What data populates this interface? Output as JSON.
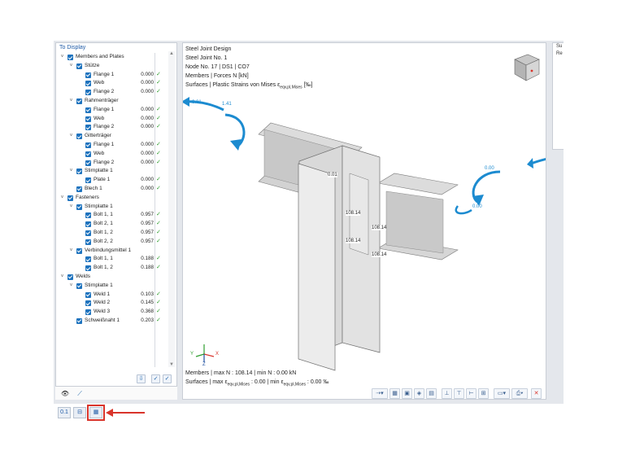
{
  "panel": {
    "title": "To Display",
    "tree": [
      {
        "level": 0,
        "chevron": true,
        "label": "Members and Plates",
        "value": "",
        "ok": false
      },
      {
        "level": 1,
        "chevron": true,
        "label": "Stütze",
        "value": "",
        "ok": false
      },
      {
        "level": 2,
        "chevron": false,
        "label": "Flange 1",
        "value": "0.000",
        "ok": true
      },
      {
        "level": 2,
        "chevron": false,
        "label": "Web",
        "value": "0.000",
        "ok": true
      },
      {
        "level": 2,
        "chevron": false,
        "label": "Flange 2",
        "value": "0.000",
        "ok": true
      },
      {
        "level": 1,
        "chevron": true,
        "label": "Rahmenträger",
        "value": "",
        "ok": false
      },
      {
        "level": 2,
        "chevron": false,
        "label": "Flange 1",
        "value": "0.000",
        "ok": true
      },
      {
        "level": 2,
        "chevron": false,
        "label": "Web",
        "value": "0.000",
        "ok": true
      },
      {
        "level": 2,
        "chevron": false,
        "label": "Flange 2",
        "value": "0.000",
        "ok": true
      },
      {
        "level": 1,
        "chevron": true,
        "label": "Gitterträger",
        "value": "",
        "ok": false
      },
      {
        "level": 2,
        "chevron": false,
        "label": "Flange 1",
        "value": "0.000",
        "ok": true
      },
      {
        "level": 2,
        "chevron": false,
        "label": "Web",
        "value": "0.000",
        "ok": true
      },
      {
        "level": 2,
        "chevron": false,
        "label": "Flange 2",
        "value": "0.000",
        "ok": true
      },
      {
        "level": 1,
        "chevron": true,
        "label": "Stirnplatte 1",
        "value": "",
        "ok": false
      },
      {
        "level": 2,
        "chevron": false,
        "label": "Plate 1",
        "value": "0.000",
        "ok": true
      },
      {
        "level": 1,
        "chevron": false,
        "label": "Blech 1",
        "value": "0.000",
        "ok": true
      },
      {
        "level": 0,
        "chevron": true,
        "label": "Fasteners",
        "value": "",
        "ok": false
      },
      {
        "level": 1,
        "chevron": true,
        "label": "Stirnplatte 1",
        "value": "",
        "ok": false
      },
      {
        "level": 2,
        "chevron": false,
        "label": "Bolt 1, 1",
        "value": "0.957",
        "ok": true
      },
      {
        "level": 2,
        "chevron": false,
        "label": "Bolt 2, 1",
        "value": "0.957",
        "ok": true
      },
      {
        "level": 2,
        "chevron": false,
        "label": "Bolt 1, 2",
        "value": "0.957",
        "ok": true
      },
      {
        "level": 2,
        "chevron": false,
        "label": "Bolt 2, 2",
        "value": "0.957",
        "ok": true
      },
      {
        "level": 1,
        "chevron": true,
        "label": "Verbindungsmittel 1",
        "value": "",
        "ok": false
      },
      {
        "level": 2,
        "chevron": false,
        "label": "Bolt 1, 1",
        "value": "0.188",
        "ok": true
      },
      {
        "level": 2,
        "chevron": false,
        "label": "Bolt 1, 2",
        "value": "0.188",
        "ok": true
      },
      {
        "level": 0,
        "chevron": true,
        "label": "Welds",
        "value": "",
        "ok": false
      },
      {
        "level": 1,
        "chevron": true,
        "label": "Stirnplatte 1",
        "value": "",
        "ok": false
      },
      {
        "level": 2,
        "chevron": false,
        "label": "Weld 1",
        "value": "0.103",
        "ok": true
      },
      {
        "level": 2,
        "chevron": false,
        "label": "Weld 2",
        "value": "0.145",
        "ok": true
      },
      {
        "level": 2,
        "chevron": false,
        "label": "Weld 3",
        "value": "0.368",
        "ok": true
      },
      {
        "level": 1,
        "chevron": false,
        "label": "Schweißnaht 1",
        "value": "0.203",
        "ok": true
      }
    ]
  },
  "view": {
    "line1": "Steel Joint Design",
    "line2": "Steel Joint No. 1",
    "line3": "Node No. 17 | DS1 | CO7",
    "line4": "Members | Forces N [kN]",
    "line5_pre": "Surfaces | Plastic Strains von Mises ε",
    "line5_sub": "eqv,pl,Mises",
    "line5_post": " [‰]",
    "footer1": "Members | max N : 108.14 | min N : 0.00 kN",
    "footer2_pre": "Surfaces | max ε",
    "footer2_sub1": "eqv,pl,Mises",
    "footer2_mid": " : 0.00 | min ε",
    "footer2_sub2": "eqv,pl,Mises",
    "footer2_post": " : 0.00 ‰",
    "labels": {
      "top_left_a": "0.01",
      "top_left_b": "1.41",
      "center": "0.01",
      "force1": "108.14",
      "force2": "108.14",
      "force3": "108.14",
      "force4": "108.14",
      "right_a": "0.00",
      "right_b": "0.00"
    },
    "axes": {
      "x": "X",
      "y": "Y",
      "z": "Z"
    }
  },
  "right_panel": {
    "line1": "Su",
    "line2": "Re"
  },
  "colors": {
    "accent": "#1e73be",
    "arrow": "#1c8bd0",
    "ok": "#2e9e2e",
    "highlight": "#d9342b"
  }
}
